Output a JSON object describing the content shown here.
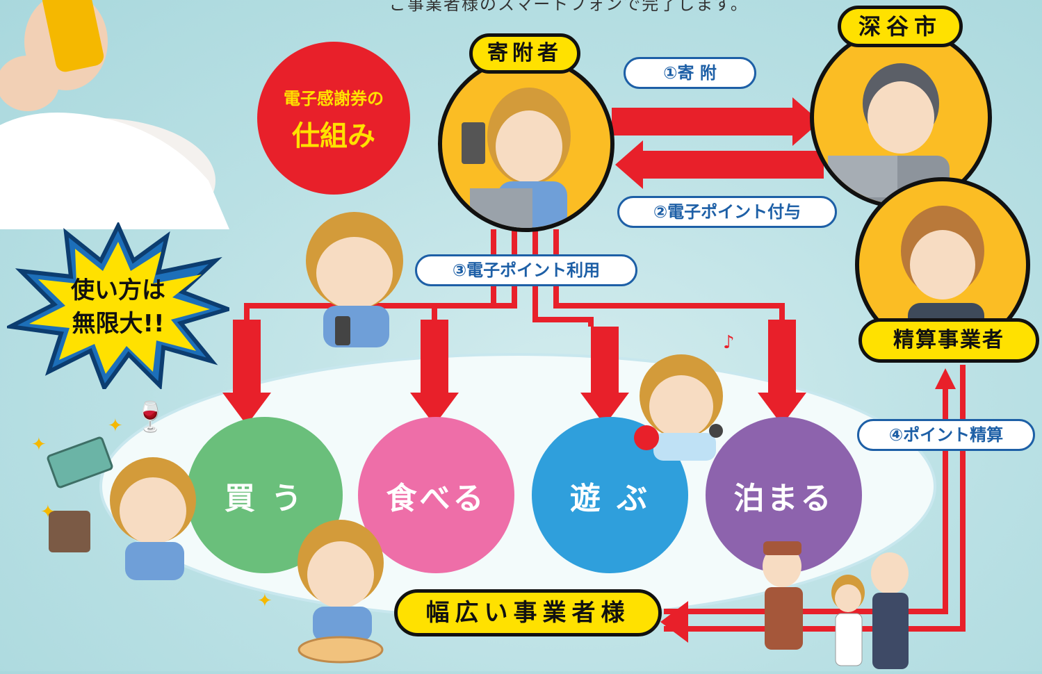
{
  "top_caption": "ご事業者様のスマートフォンで完了します。",
  "badge_red": {
    "line1": "電子感謝券の",
    "line2": "仕組み"
  },
  "burst": {
    "line1": "使い方は",
    "line2": "無限大!!"
  },
  "nodes": {
    "donor": "寄附者",
    "city": "深谷市",
    "settlement": "精算事業者",
    "businesses": "幅広い事業者様"
  },
  "steps": {
    "s1": "①寄 附",
    "s2": "②電子ポイント付与",
    "s3": "③電子ポイント利用",
    "s4": "④ポイント精算"
  },
  "categories": [
    {
      "label": "買 う",
      "color": "#6abf7b"
    },
    {
      "label": "食べる",
      "color": "#ee6ea8"
    },
    {
      "label": "遊 ぶ",
      "color": "#2f9fdc"
    },
    {
      "label": "泊まる",
      "color": "#8d63ad"
    }
  ],
  "colors": {
    "arrow_red": "#e8202a",
    "pill_yellow": "#ffe100",
    "pill_border_blue": "#1d5fa6",
    "char_bg": "#fbbd24"
  }
}
